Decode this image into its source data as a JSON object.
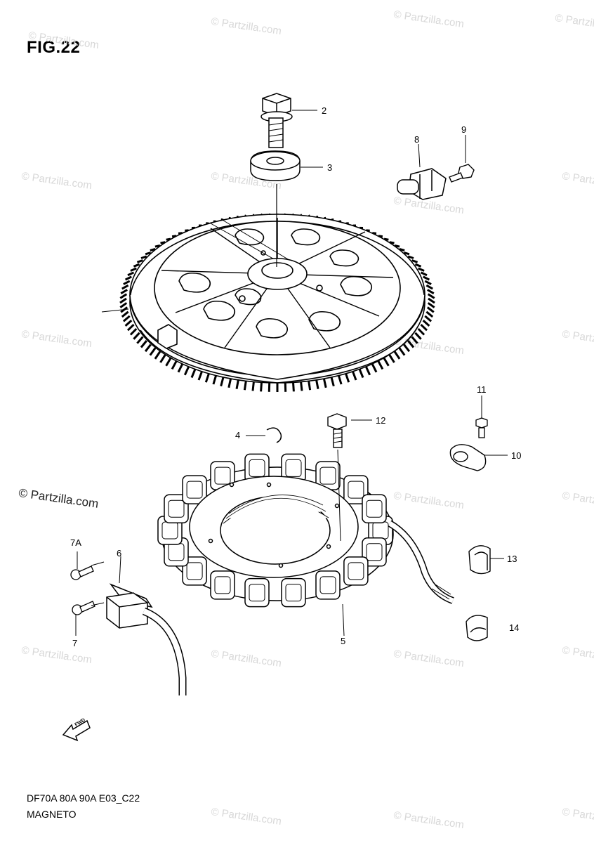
{
  "figure": {
    "title": "FIG.22",
    "model_code": "DF70A 80A 90A E03_C22",
    "section_name": "MAGNETO"
  },
  "watermark": {
    "text": "© Partzilla.com"
  },
  "callouts": [
    {
      "id": "1",
      "label": ""
    },
    {
      "id": "2",
      "label": "2"
    },
    {
      "id": "3",
      "label": "3"
    },
    {
      "id": "4",
      "label": "4"
    },
    {
      "id": "5",
      "label": "5"
    },
    {
      "id": "6",
      "label": "6"
    },
    {
      "id": "7",
      "label": "7"
    },
    {
      "id": "7A",
      "label": "7A"
    },
    {
      "id": "8",
      "label": "8"
    },
    {
      "id": "9",
      "label": "9"
    },
    {
      "id": "10",
      "label": "10"
    },
    {
      "id": "11",
      "label": "11"
    },
    {
      "id": "12",
      "label": "12"
    },
    {
      "id": "13",
      "label": "13"
    },
    {
      "id": "14",
      "label": "14"
    }
  ],
  "fwd_arrow": {
    "label": "FWD"
  }
}
